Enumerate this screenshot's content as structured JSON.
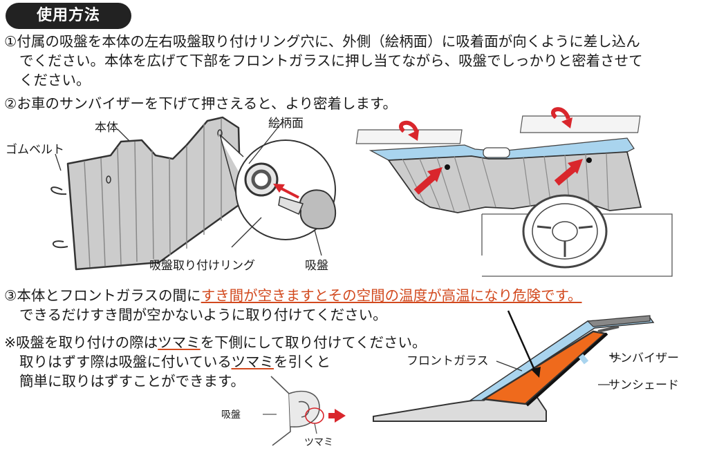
{
  "title": "使用方法",
  "steps": {
    "step1": {
      "line1": "①付属の吸盤を本体の左右吸盤取り付けリング穴に、外側（絵柄面）に吸着面が向くように差し込ん",
      "line2": "でください。本体を広げて下部をフロントガラスに押し当てながら、吸盤でしっかりと密着させて",
      "line3": "ください。"
    },
    "step2": {
      "line1": "②お車のサンバイザーを下げて押さえると、より密着します。"
    },
    "step3": {
      "prefix": "③本体とフロントガラスの間に",
      "warning": "すき間が空きますとその空間の温度が高温になり危険です。",
      "line2": "できるだけすき間が空かないように取り付けてください。"
    },
    "note": {
      "line1_a": "※吸盤を取り付けの際は",
      "line1_b": "ツマミ",
      "line1_c": "を下側にして取り付けてください。",
      "line2_a": "取りはずす際は吸盤に付いている",
      "line2_b": "ツマミ",
      "line2_c": "を引くと",
      "line3": "簡単に取りはずすことができます。"
    }
  },
  "labels": {
    "rubber_belt": "ゴムベルト",
    "body": "本体",
    "pattern_side": "絵柄面",
    "sucker_ring": "吸盤取り付けリング",
    "sucker": "吸盤",
    "front_glass": "フロントガラス",
    "sun_visor": "サンバイザー",
    "sunshade": "サンシェード",
    "sucker_small": "吸盤",
    "knob": "ツマミ"
  },
  "colors": {
    "accent_red": "#d9262c",
    "warning_orange": "#d2491e",
    "visor_blue": "#a9d4ee",
    "shade_orange": "#ef6a1c",
    "shade_gray": "#cfcfcf"
  }
}
